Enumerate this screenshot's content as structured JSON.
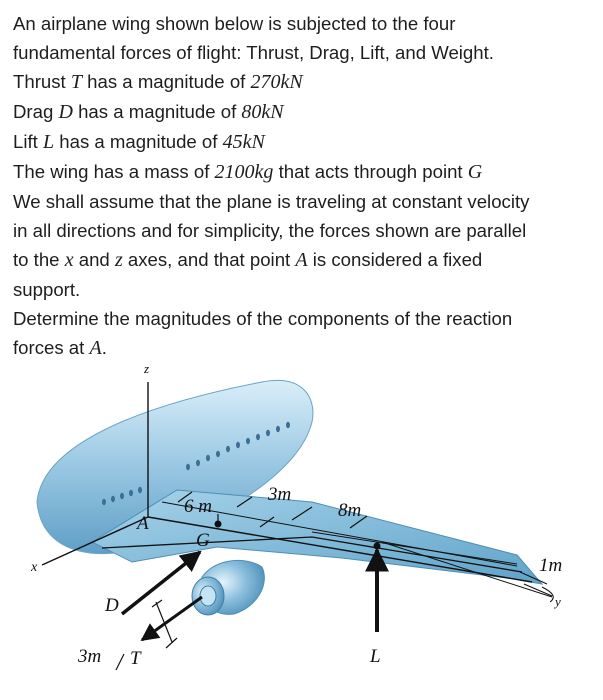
{
  "problem": {
    "l1": "An airplane wing shown below is subjected to the four",
    "l2": "fundamental forces of flight: Thrust, Drag, Lift, and Weight.",
    "thrust": {
      "pre": "Thrust ",
      "sym": "T",
      "mid": " has a magnitude of ",
      "val": "270kN"
    },
    "drag": {
      "pre": "Drag ",
      "sym": "D",
      "mid": " has a magnitude of ",
      "val": "80kN"
    },
    "lift": {
      "pre": "Lift ",
      "sym": "L",
      "mid": " has a magnitude of ",
      "val": "45kN"
    },
    "mass": {
      "pre": "The wing has a mass of ",
      "val": "2100kg",
      "mid": " that acts through point ",
      "sym": "G"
    },
    "l7": "We shall assume that the plane is traveling at constant velocity",
    "l8": {
      "a": "in all directions and for simplicity, the forces shown are parallel"
    },
    "l9": {
      "a": "to the ",
      "x": "x",
      "b": " and ",
      "z": "z",
      "c": " axes, and that point ",
      "A": "A",
      "d": " is considered a fixed"
    },
    "l10": "support.",
    "l11": "Determine the magnitudes of the components of the reaction",
    "l12": {
      "a": "forces at ",
      "A": "A",
      "b": "."
    }
  },
  "figure": {
    "labels": {
      "z": "z",
      "x": "x",
      "y": "y",
      "A": "A",
      "G": "G",
      "dim_6m": "6 m",
      "dim_3m_top": "3m",
      "dim_8m": "8m",
      "dim_1m": "1m",
      "dim_3m_bottom": "3m",
      "D": "D",
      "T": "T",
      "L": "L"
    },
    "colors": {
      "fuselage": "#8fc0de",
      "wing": "#7bb6d6",
      "engine": "#7fb0d0",
      "line": "#111111"
    }
  }
}
